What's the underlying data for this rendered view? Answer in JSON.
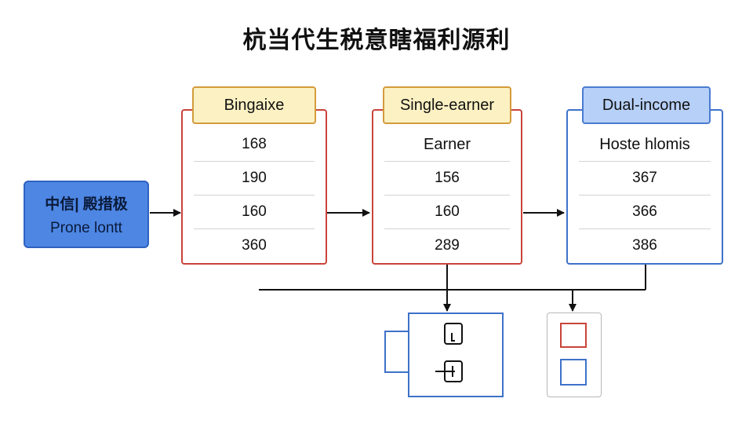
{
  "title": "杭当代生税意瞎福利源利",
  "source": {
    "line1": "中信| 殿措极",
    "line2": "Prone lontt"
  },
  "panels": [
    {
      "header": "Bingaixe",
      "rows": [
        "168",
        "190",
        "160",
        "360"
      ]
    },
    {
      "header": "Single-earner",
      "rows": [
        "Earner",
        "156",
        "160",
        "289"
      ]
    },
    {
      "header": "Dual-income",
      "rows": [
        "Hoste hlomis",
        "367",
        "366",
        "386"
      ]
    }
  ],
  "colors": {
    "panel_border_red": "#c9443a",
    "panel_border_blue": "#3e72c9",
    "header_yellow": "#fbf1c3",
    "header_lightblue": "#b7d0f7",
    "source_blue": "#4d86e3"
  }
}
